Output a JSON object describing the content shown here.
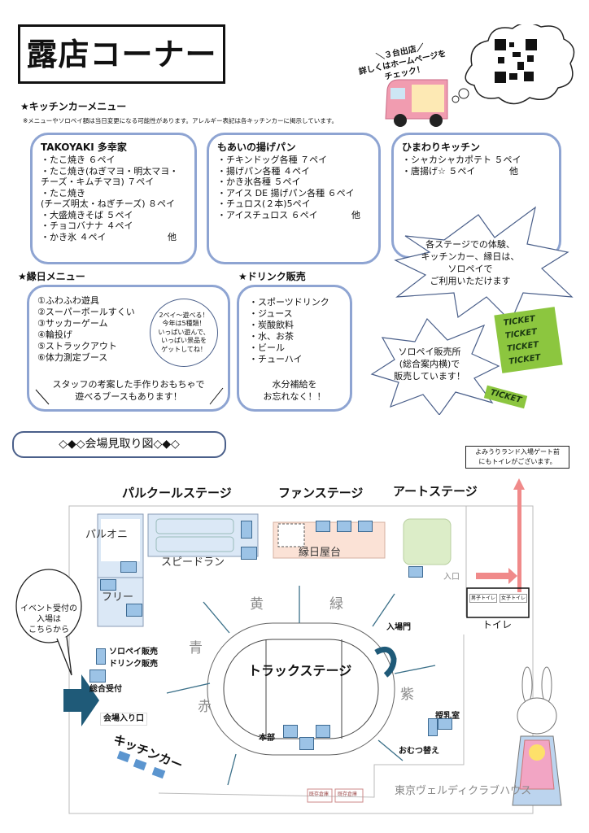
{
  "title": "露店コーナー",
  "promo": {
    "lines": [
      "＼３台出店／",
      "詳しくはホームページを",
      "チェック！"
    ]
  },
  "kitchen": {
    "heading": "★キッチンカーメニュー",
    "note": "※メニューやソロペイ額は当日変更になる可能性があります。アレルギー表記は各キッチンカーに掲示しています。",
    "shops": [
      {
        "name": "TAKOYAKI 多幸家",
        "items": [
          "・たこ焼き ６ペイ",
          "・たこ焼き(ねぎマヨ・明太マヨ・",
          "チーズ・キムチマヨ) ７ペイ",
          "・たこ焼き",
          "(チーズ明太・ねぎチーズ) ８ペイ",
          "・大盛焼きそば ５ペイ",
          "・チョコバナナ ４ペイ",
          "・かき氷 ４ペイ"
        ],
        "other": "他"
      },
      {
        "name": "もあいの揚げパン",
        "items": [
          "・チキンドッグ各種 ７ペイ",
          "・揚げパン各種 ４ペイ",
          "・かき氷各種 ５ペイ",
          "・アイス DE 揚げパン各種 ６ペイ",
          "・チュロス(２本)5ペイ",
          "・アイスチュロス ６ペイ"
        ],
        "other": "他"
      },
      {
        "name": "ひまわりキッチン",
        "items": [
          "・シャカシャカポテト ５ペイ",
          "・唐揚げ☆ ５ペイ"
        ],
        "other": "他"
      }
    ]
  },
  "ennichi": {
    "heading": "★縁日メニュー",
    "items": [
      "①ふわふわ遊具",
      "②スーパーボールすくい",
      "③サッカーゲーム",
      "④輪投げ",
      "⑤ストラックアウト",
      "⑥体力測定ブース"
    ],
    "bubble": "2ペイ～遊べる！\n今年は5種類！\nいっぱい遊んで、\nいっぱい景品を\nゲットしてね！",
    "footer": "スタッフの考案した手作りおもちゃで\n遊べるブースもあります！"
  },
  "drink": {
    "heading": "★ドリンク販売",
    "items": [
      "・スポーツドリンク",
      "・ジュース",
      "・炭酸飲料",
      "・水、お茶",
      "・ビール",
      "・チューハイ"
    ],
    "footer": "水分補給を\nお忘れなく！！"
  },
  "burst1": "各ステージでの体験、\nキッチンカー、縁日は、\nソロペイで\nご利用いただけます",
  "burst2": "ソロペイ販売所\n(総合案内横)で\n販売しています！",
  "ticket_label": "TICKET",
  "map": {
    "heading": "◇◆◇会場見取り図◇◆◇",
    "toilet_note": "よみうりランド入場ゲート前\nにもトイレがございます。",
    "stages": [
      "パルクールステージ",
      "ファンステージ",
      "アートステージ"
    ],
    "areas": {
      "paruoni": "パルオニ",
      "speedrun": "スピードラン",
      "ennichi": "縁日屋台",
      "free": "フリー",
      "track": "トラックステージ",
      "gate": "入場門",
      "entrance": "入口",
      "toilet": "トイレ",
      "toilet_m": "男子トイレ",
      "toilet_f": "女子トイレ",
      "solopay": "ソロペイ販売",
      "drink": "ドリンク販売",
      "reception": "総合受付",
      "venue_entrance": "会場入り口",
      "kitchen": "キッチンカー",
      "hq": "本部",
      "nursing": "授乳室",
      "diaper": "おむつ替え",
      "clubhouse": "東京ヴェルディクラブハウス",
      "storage1": "既存倉庫",
      "storage2": "既存倉庫"
    },
    "zones": [
      "黄",
      "緑",
      "青",
      "紫",
      "赤"
    ],
    "callout": "イベント受付の\n入場は\nこちらから"
  },
  "colors": {
    "box_border": "#8ea4d2",
    "ticket": "#8cc63f",
    "arrow": "#1f5a78",
    "pink_arrow": "#f08a8a"
  }
}
